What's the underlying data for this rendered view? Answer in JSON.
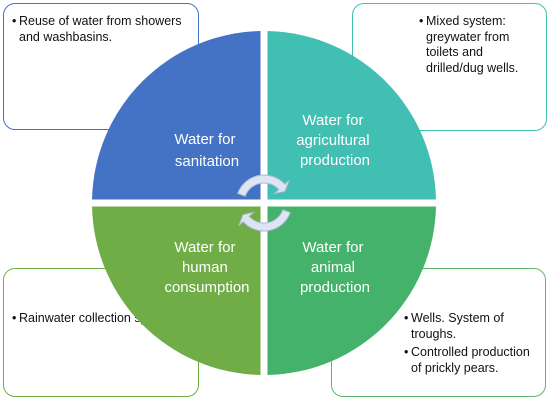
{
  "colors": {
    "sanitation": "#4472c4",
    "agricultural": "#41bfb2",
    "human": "#70ad47",
    "animal": "#44b26a",
    "cycle_arrow": "#dde5f2",
    "cycle_arrow_outline": "#a9b9d9"
  },
  "quadrants": {
    "sanitation": {
      "lines": [
        "Water for",
        "sanitation"
      ]
    },
    "agricultural": {
      "lines": [
        "Water for",
        "agricultural",
        "production"
      ]
    },
    "human": {
      "lines": [
        "Water for",
        "human",
        "consumption"
      ]
    },
    "animal": {
      "lines": [
        "Water for",
        "animal",
        "production"
      ]
    }
  },
  "notes": {
    "top_left": {
      "items": [
        "Reuse of water from showers and washbasins."
      ]
    },
    "top_right": {
      "items": [
        "Mixed system: greywater from toilets and drilled/dug wells."
      ]
    },
    "bottom_left": {
      "items": [
        "Rainwater collection system."
      ]
    },
    "bottom_right": {
      "items": [
        "Wells. System of troughs.",
        "Controlled production of prickly pears."
      ]
    }
  },
  "icons": {
    "cycle": "circular-cycle-arrows-icon"
  }
}
